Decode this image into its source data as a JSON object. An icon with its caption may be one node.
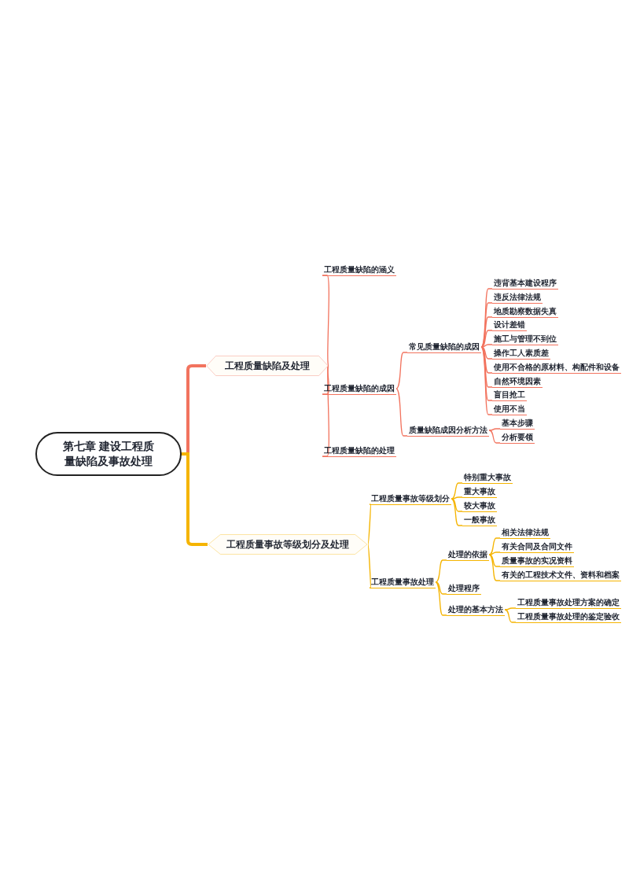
{
  "diagram": {
    "nodes": [
      {
        "text": [
          "第七章 建设工程质量缺陷及事故处理"
        ]
      },
      {
        "text": [
          "工程质量缺陷及处理"
        ]
      },
      {
        "text": [
          "工程质量缺陷的涵义"
        ]
      },
      {
        "text": [
          "工程质量缺陷的成因"
        ]
      },
      {
        "text": [
          "工程质量缺陷的处理"
        ]
      },
      {
        "text": [
          "常见质量缺陷的成因"
        ]
      },
      {
        "text": [
          "违背基本建设程序"
        ]
      },
      {
        "text": [
          "违反法律法规"
        ]
      },
      {
        "text": [
          "地质勘察数据失真"
        ]
      },
      {
        "text": [
          "设计差错"
        ]
      },
      {
        "text": [
          "施工与管理不到位"
        ]
      },
      {
        "text": [
          "操作工人素质差"
        ]
      },
      {
        "text": [
          "使用不合格的原材料、构配件和设备"
        ]
      },
      {
        "text": [
          "自然环境因素"
        ]
      },
      {
        "text": [
          "盲目抢工"
        ]
      },
      {
        "text": [
          "使用不当"
        ]
      },
      {
        "text": [
          "质量缺陷成因分析方法"
        ]
      },
      {
        "text": [
          "基本步骤"
        ]
      },
      {
        "text": [
          "分析要领"
        ]
      },
      {
        "text": [
          "工程质量事故等级划分及处理"
        ]
      },
      {
        "text": [
          "工程质量事故等级划分"
        ]
      },
      {
        "text": [
          "工程质量事故处理"
        ]
      },
      {
        "text": [
          "特别重大事故"
        ]
      },
      {
        "text": [
          "重大事故"
        ]
      },
      {
        "text": [
          "较大事故"
        ]
      },
      {
        "text": [
          "一般事故"
        ]
      },
      {
        "text": [
          "处理的依据"
        ]
      },
      {
        "text": [
          "处理程序"
        ]
      },
      {
        "text": [
          "处理的基本方法"
        ]
      },
      {
        "text": [
          "相关法律法规"
        ]
      },
      {
        "text": [
          "有关合同及合同文件"
        ]
      },
      {
        "text": [
          "质量事故的实况资料"
        ]
      },
      {
        "text": [
          "有关的工程技术文件、资料和档案"
        ]
      },
      {
        "text": [
          "工程质量事故处理方案的确定"
        ]
      },
      {
        "text": [
          "工程质量事故处理的鉴定验收"
        ]
      }
    ],
    "edges": [
      {
        "from": 0,
        "to": 1,
        "arrow": "none",
        "style": "thick"
      },
      {
        "from": 1,
        "to": 2,
        "arrow": "none"
      },
      {
        "from": 1,
        "to": 3,
        "arrow": "none"
      },
      {
        "from": 1,
        "to": 4,
        "arrow": "none"
      },
      {
        "from": 3,
        "to": 5,
        "arrow": "none"
      },
      {
        "from": 3,
        "to": 16,
        "arrow": "none"
      },
      {
        "from": 5,
        "to": 6,
        "arrow": "none"
      },
      {
        "from": 5,
        "to": 7,
        "arrow": "none"
      },
      {
        "from": 5,
        "to": 8,
        "arrow": "none"
      },
      {
        "from": 5,
        "to": 9,
        "arrow": "none"
      },
      {
        "from": 5,
        "to": 10,
        "arrow": "none"
      },
      {
        "from": 5,
        "to": 11,
        "arrow": "none"
      },
      {
        "from": 5,
        "to": 12,
        "arrow": "none"
      },
      {
        "from": 5,
        "to": 13,
        "arrow": "none"
      },
      {
        "from": 5,
        "to": 14,
        "arrow": "none"
      },
      {
        "from": 5,
        "to": 15,
        "arrow": "none"
      },
      {
        "from": 16,
        "to": 17,
        "arrow": "none"
      },
      {
        "from": 16,
        "to": 18,
        "arrow": "none"
      },
      {
        "from": 0,
        "to": 19,
        "arrow": "none",
        "style": "thick",
        "color": "#f5b400"
      },
      {
        "from": 19,
        "to": 20,
        "arrow": "none",
        "color": "#f5b400"
      },
      {
        "from": 19,
        "to": 21,
        "arrow": "none",
        "color": "#f5b400"
      },
      {
        "from": 20,
        "to": 22,
        "arrow": "none",
        "color": "#f5b400"
      },
      {
        "from": 20,
        "to": 23,
        "arrow": "none",
        "color": "#f5b400"
      },
      {
        "from": 20,
        "to": 24,
        "arrow": "none",
        "color": "#f5b400"
      },
      {
        "from": 20,
        "to": 25,
        "arrow": "none",
        "color": "#f5b400"
      },
      {
        "from": 21,
        "to": 26,
        "arrow": "none",
        "color": "#f5b400"
      },
      {
        "from": 21,
        "to": 27,
        "arrow": "none",
        "color": "#f5b400"
      },
      {
        "from": 21,
        "to": 28,
        "arrow": "none",
        "color": "#f5b400"
      },
      {
        "from": 26,
        "to": 29,
        "arrow": "none",
        "color": "#f5b400"
      },
      {
        "from": 26,
        "to": 30,
        "arrow": "none",
        "color": "#f5b400"
      },
      {
        "from": 26,
        "to": 31,
        "arrow": "none",
        "color": "#f5b400"
      },
      {
        "from": 26,
        "to": 32,
        "arrow": "none",
        "color": "#f5b400"
      },
      {
        "from": 28,
        "to": 33,
        "arrow": "none",
        "color": "#f5b400"
      },
      {
        "from": 28,
        "to": 34,
        "arrow": "none",
        "color": "#f5b400"
      }
    ]
  }
}
